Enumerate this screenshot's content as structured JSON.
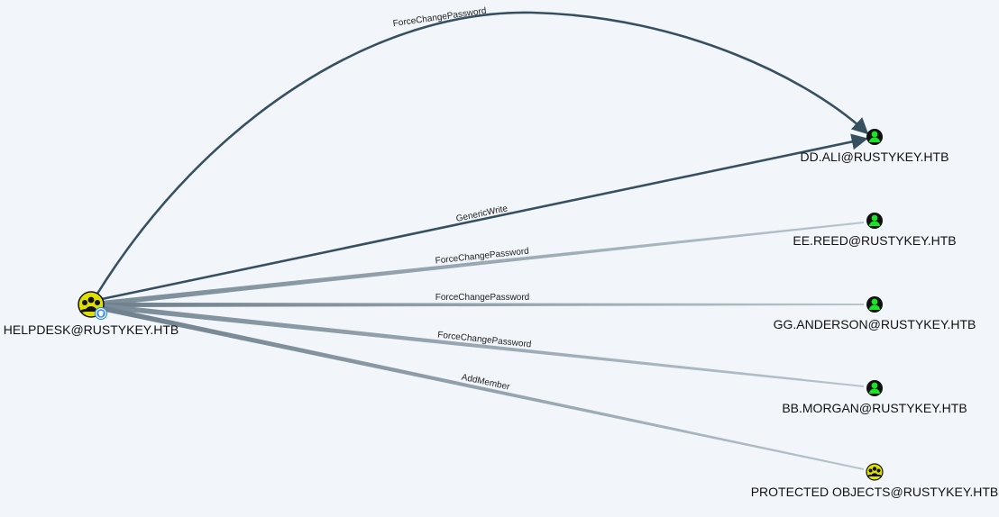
{
  "graph": {
    "source": {
      "label": "HELPDESK@RUSTYKEY.HTB",
      "icon": "group-icon",
      "badge_icon": "highvalue-badge-icon",
      "color": "#e0e000"
    },
    "targets": [
      {
        "id": "dd-ali",
        "label": "DD.ALI@RUSTYKEY.HTB",
        "icon": "user-icon",
        "color": "#17e625"
      },
      {
        "id": "ee-reed",
        "label": "EE.REED@RUSTYKEY.HTB",
        "icon": "user-icon",
        "color": "#17e625"
      },
      {
        "id": "gg-anderson",
        "label": "GG.ANDERSON@RUSTYKEY.HTB",
        "icon": "user-icon",
        "color": "#17e625"
      },
      {
        "id": "bb-morgan",
        "label": "BB.MORGAN@RUSTYKEY.HTB",
        "icon": "user-icon",
        "color": "#17e625"
      },
      {
        "id": "protected-objects",
        "label": "PROTECTED OBJECTS@RUSTYKEY.HTB",
        "icon": "group-icon",
        "color": "#e0e000"
      }
    ],
    "edges": [
      {
        "id": "e1",
        "target": "dd-ali",
        "label": "ForceChangePassword"
      },
      {
        "id": "e2",
        "target": "dd-ali",
        "label": "GenericWrite"
      },
      {
        "id": "e3",
        "target": "ee-reed",
        "label": "ForceChangePassword"
      },
      {
        "id": "e4",
        "target": "gg-anderson",
        "label": "ForceChangePassword"
      },
      {
        "id": "e5",
        "target": "bb-morgan",
        "label": "ForceChangePassword"
      },
      {
        "id": "e6",
        "target": "protected-objects",
        "label": "AddMember"
      }
    ],
    "colors": {
      "background": "#f2f6fa",
      "edge_dark": "#37505f",
      "edge_light": "#7a8c98",
      "node_outline": "#111111",
      "badge": "#3a8fe0"
    }
  }
}
